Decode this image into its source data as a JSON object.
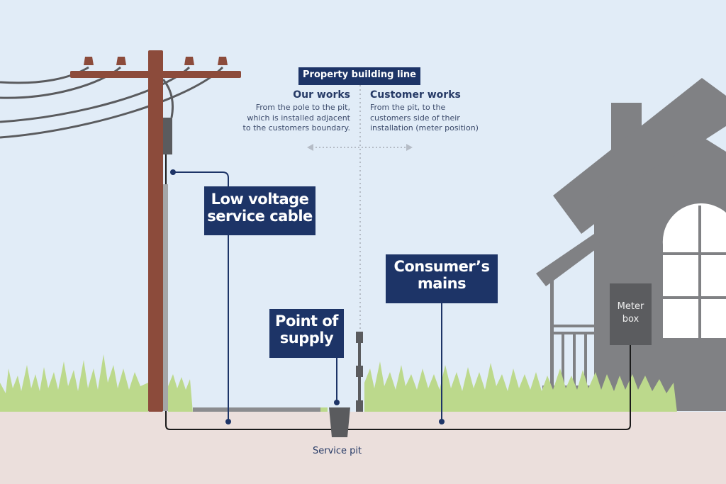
{
  "diagram": {
    "title": "Property building line",
    "our_works": {
      "heading": "Our works",
      "lines": [
        "From the pole to the pit,",
        "which is installed adjacent",
        "to the customers boundary."
      ]
    },
    "customer_works": {
      "heading": "Customer works",
      "lines": [
        "From the pit, to the",
        "customers side of their",
        "installation (meter position)"
      ]
    },
    "labels": {
      "low_voltage": [
        "Low voltage",
        "service cable"
      ],
      "consumers_mains": [
        "Consumer’s",
        "mains"
      ],
      "point_of_supply": [
        "Point of",
        "supply"
      ],
      "meter_box": [
        "Meter",
        "box"
      ],
      "service_pit": "Service pit"
    },
    "colors": {
      "sky": "#e1ecf7",
      "ground": "#ebdfdc",
      "grass": "#bcd98c",
      "pole": "#8c4b3b",
      "house": "#808184",
      "label_bg": "#1d3467",
      "wire": "#5a5b5e",
      "cable": "#1a1a1a"
    }
  }
}
